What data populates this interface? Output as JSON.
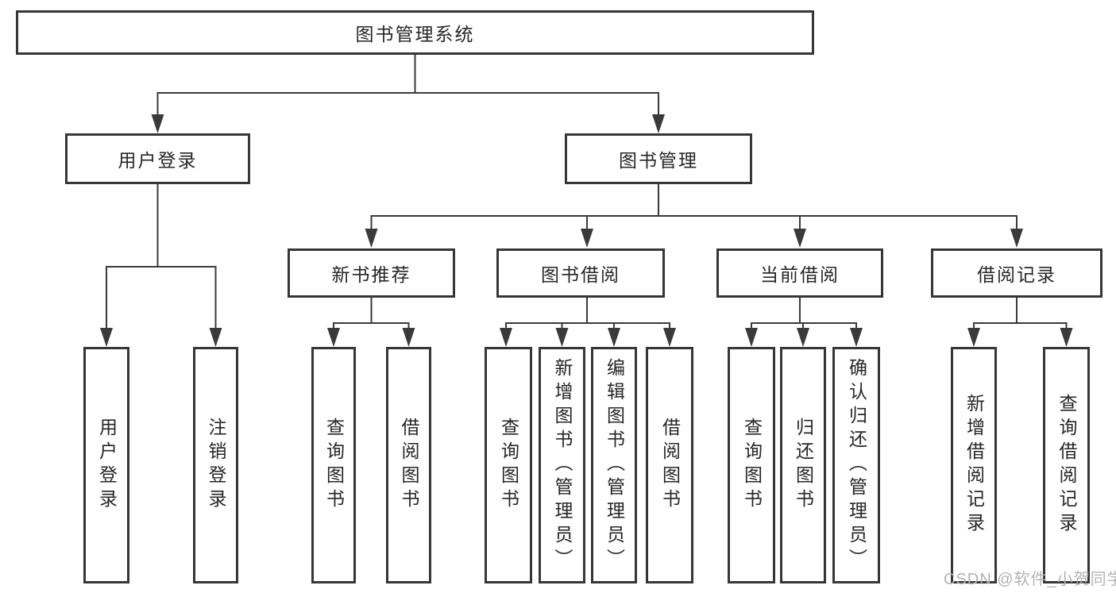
{
  "diagram_title": "图书管理系统",
  "tree": {
    "label": "图书管理系统",
    "children": [
      {
        "label": "用户登录",
        "children": [
          {
            "label": "用户登录"
          },
          {
            "label": "注销登录"
          }
        ]
      },
      {
        "label": "图书管理",
        "children": [
          {
            "label": "新书推荐",
            "children": [
              {
                "label": "查询图书"
              },
              {
                "label": "借阅图书"
              }
            ]
          },
          {
            "label": "图书借阅",
            "children": [
              {
                "label": "查询图书"
              },
              {
                "label": "新增图书（管理员）"
              },
              {
                "label": "编辑图书（管理员）"
              },
              {
                "label": "借阅图书"
              }
            ]
          },
          {
            "label": "当前借阅",
            "children": [
              {
                "label": "查询图书"
              },
              {
                "label": "归还图书"
              },
              {
                "label": "确认归还（管理员）"
              }
            ]
          },
          {
            "label": "借阅记录",
            "children": [
              {
                "label": "新增借阅记录"
              },
              {
                "label": "查询借阅记录"
              }
            ]
          }
        ]
      }
    ]
  },
  "watermark": "CSDN @软件_小贺同学",
  "colors": {
    "line": "#3a3a3a",
    "box_border": "#363636",
    "text": "#262626",
    "watermark": "#b3b3b3",
    "background": "#ffffff"
  }
}
